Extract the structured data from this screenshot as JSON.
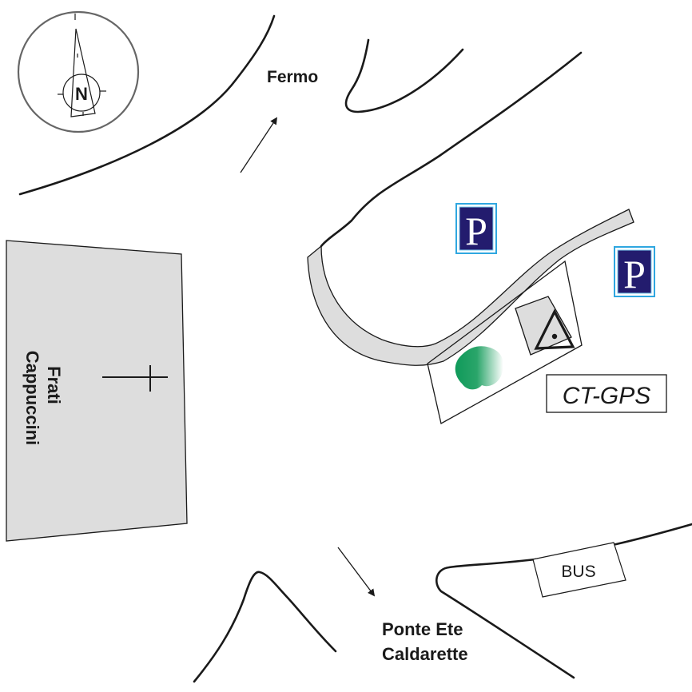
{
  "map": {
    "compass": {
      "letter": "N",
      "direction": "north"
    },
    "places": {
      "fermo": "Fermo",
      "ponte_ete_line1": "Ponte Ete",
      "ponte_ete_line2": "Caldarette",
      "frati_line1": "Frati",
      "frati_line2": "Cappuccini"
    },
    "station_label": "CT-GPS",
    "bus_label": "BUS",
    "parking": [
      {
        "letter": "P"
      },
      {
        "letter": "P"
      }
    ],
    "colors": {
      "road_line": "#1a1a1a",
      "area_fill": "#dddddd",
      "parking_bg": "#231c6e",
      "parking_border": "#2fa7e0",
      "tree_green": "#0f9a5a",
      "compass_ring": "#666666"
    }
  }
}
